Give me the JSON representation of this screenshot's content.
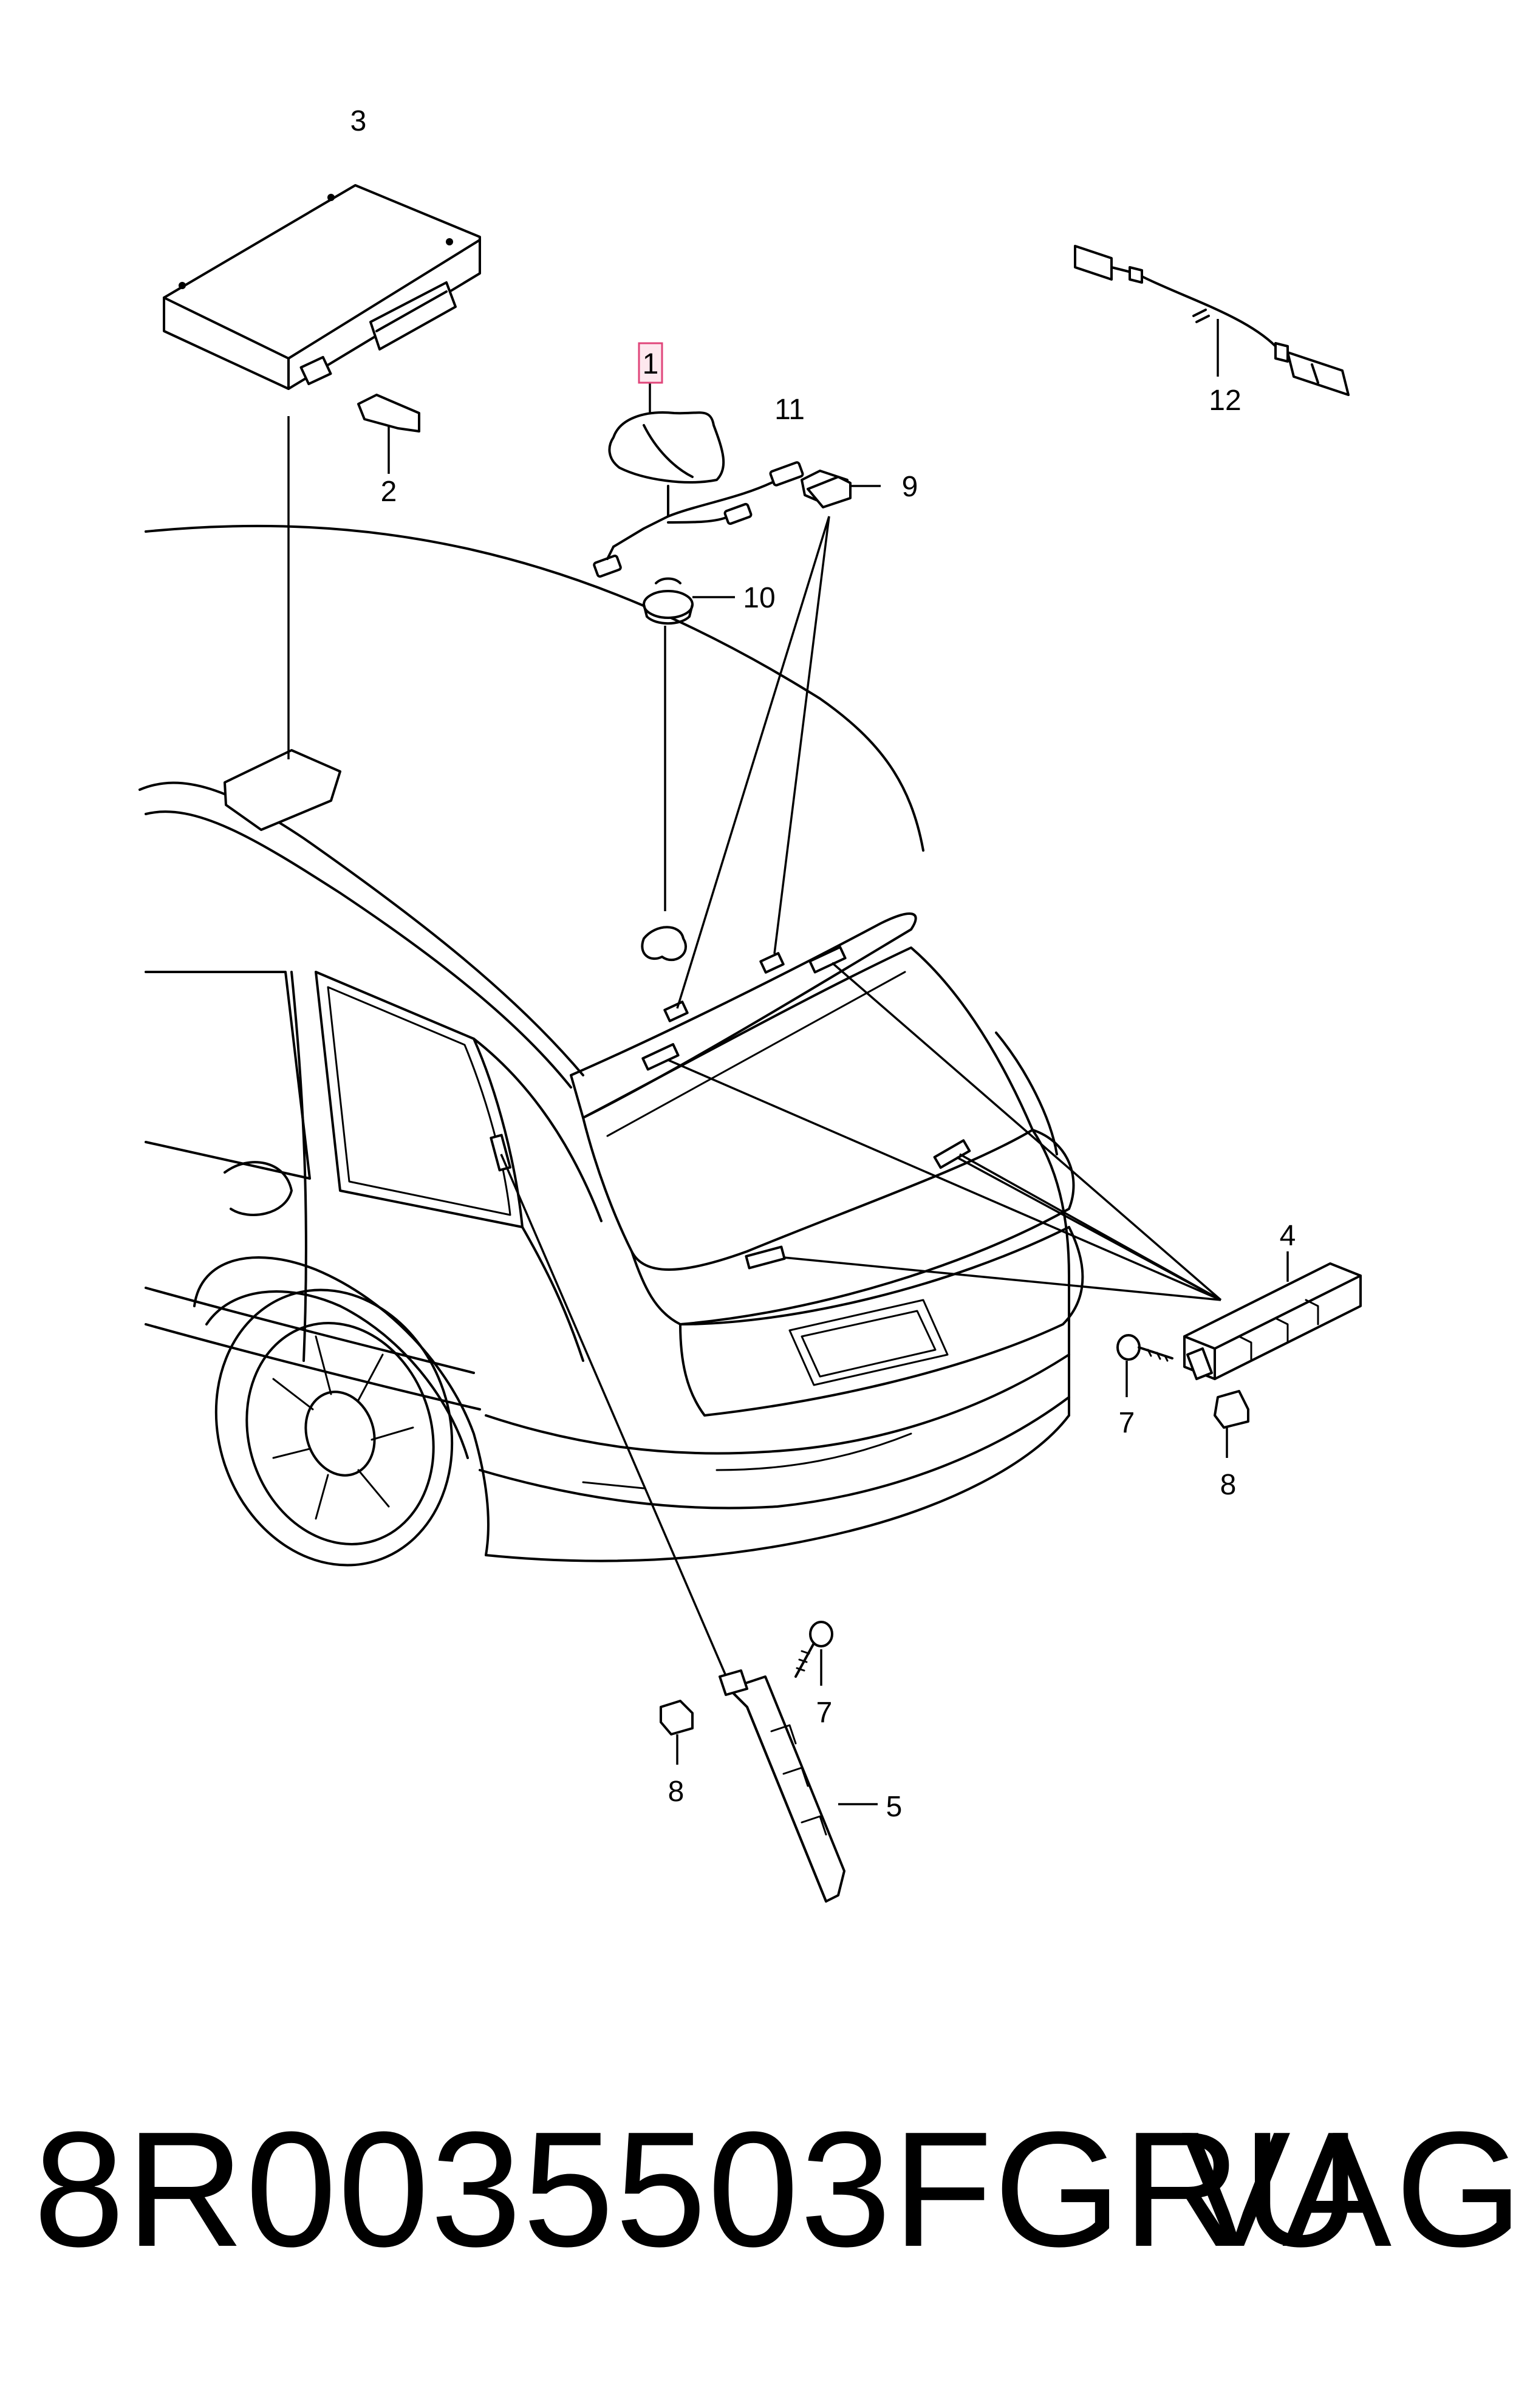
{
  "diagram": {
    "callouts": [
      {
        "id": "1",
        "label": "1",
        "highlighted": true
      },
      {
        "id": "2",
        "label": "2"
      },
      {
        "id": "3",
        "label": "3"
      },
      {
        "id": "4",
        "label": "4"
      },
      {
        "id": "5",
        "label": "5"
      },
      {
        "id": "7a",
        "label": "7"
      },
      {
        "id": "7b",
        "label": "7"
      },
      {
        "id": "8a",
        "label": "8"
      },
      {
        "id": "8b",
        "label": "8"
      },
      {
        "id": "9",
        "label": "9"
      },
      {
        "id": "10",
        "label": "10"
      },
      {
        "id": "11",
        "label": "11"
      },
      {
        "id": "12",
        "label": "12"
      }
    ],
    "highlight_color": "#e0457a"
  },
  "footer": {
    "part_number": "8R0035503FGRU",
    "brand": "VAG"
  }
}
